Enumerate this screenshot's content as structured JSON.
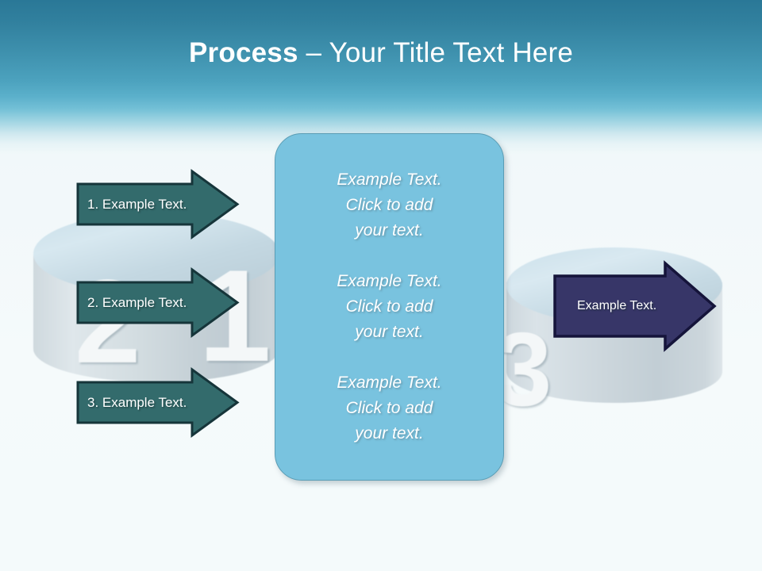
{
  "slide": {
    "title_strong": "Process",
    "title_light": " – Your Title Text Here",
    "background": {
      "header_top_color": "#2a7897",
      "header_bottom_color": "#5bb0cb",
      "body_color": "#f4fafb",
      "watermark_numerals": [
        "2",
        "1",
        "3"
      ]
    }
  },
  "input_arrows": [
    {
      "label": "1. Example Text.",
      "fill": "#336b6c",
      "stroke": "#16353a"
    },
    {
      "label": "2. Example Text.",
      "fill": "#336b6c",
      "stroke": "#16353a"
    },
    {
      "label": "3. Example Text.",
      "fill": "#336b6c",
      "stroke": "#16353a"
    }
  ],
  "center_panel": {
    "fill": "#79c3df",
    "stroke": "#5a9db5",
    "blocks": [
      "Example Text.\nClick  to add\nyour text.",
      "Example Text.\nClick  to add\nyour text.",
      "Example Text.\nClick  to add\nyour text."
    ]
  },
  "output_arrow": {
    "label": "Example Text.",
    "fill": "#373668",
    "stroke": "#15143a"
  }
}
